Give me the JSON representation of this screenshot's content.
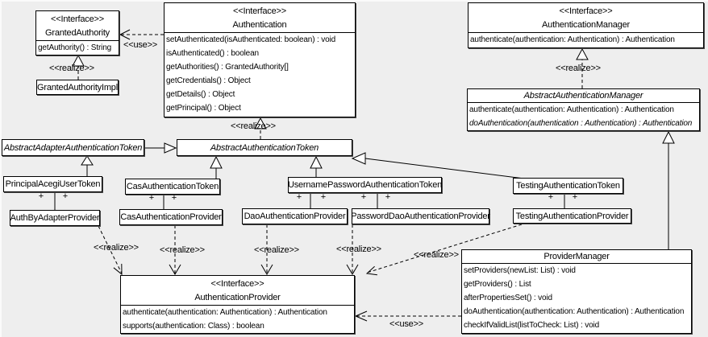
{
  "background": "#eeeeee",
  "line_color": "#000000",
  "box_fill": "#ffffff",
  "labels": {
    "use": "<<use>>",
    "realize": "<<realize>>",
    "plus": "+"
  },
  "classes": {
    "granted_authority": {
      "stereotype": "<<Interface>>",
      "name": "GrantedAuthority",
      "methods": [
        "getAuthority() : String"
      ]
    },
    "granted_authority_impl": {
      "name": "GrantedAuthorityImpl"
    },
    "authentication": {
      "stereotype": "<<Interface>>",
      "name": "Authentication",
      "methods": [
        "setAuthenticated(isAuthenticated: boolean) : void",
        "isAuthenticated() : boolean",
        "getAuthorities() : GrantedAuthority[]",
        "getCredentials() : Object",
        "getDetails() : Object",
        "getPrincipal() : Object"
      ]
    },
    "authentication_manager": {
      "stereotype": "<<Interface>>",
      "name": "AuthenticationManager",
      "methods": [
        "authenticate(authentication: Authentication) : Authentication"
      ]
    },
    "abstract_authentication_manager": {
      "name": "AbstractAuthenticationManager",
      "methods": [
        "authenticate(authentication: Authentication) : Authentication",
        "doAuthentication(authentication : Authentication) : Authentication"
      ]
    },
    "abstract_adapter_authentication_token": {
      "name": "AbstractAdapterAuthenticationToken"
    },
    "abstract_authentication_token": {
      "name": "AbstractAuthenticationToken"
    },
    "principal_acegi_user_token": {
      "name": "PrincipalAcegiUserToken"
    },
    "cas_authentication_token": {
      "name": "CasAuthenticationToken"
    },
    "username_password_authentication_token": {
      "name": "UsernamePasswordAuthenticationToken"
    },
    "testing_authentication_token": {
      "name": "TestingAuthenticationToken"
    },
    "auth_by_adapter_provider": {
      "name": "AuthByAdapterProvider"
    },
    "cas_authentication_provider": {
      "name": "CasAuthenticationProvider"
    },
    "dao_authentication_provider": {
      "name": "DaoAuthenticationProvider"
    },
    "password_dao_authentication_provider": {
      "name": "PasswordDaoAuthenticationProvider"
    },
    "testing_authentication_provider": {
      "name": "TestingAuthenticationProvider"
    },
    "authentication_provider": {
      "stereotype": "<<Interface>>",
      "name": "AuthenticationProvider",
      "methods": [
        "authenticate(authentication: Authentication) : Authentication",
        "supports(authentication: Class) : boolean"
      ]
    },
    "provider_manager": {
      "name": "ProviderManager",
      "methods": [
        "setProviders(newList: List) : void",
        "getProviders() : List",
        "afterPropertiesSet() : void",
        "doAuthentication(authentication: Authentication) : Authentication",
        "checkIfValidList(listToCheck: List) : void"
      ]
    }
  }
}
